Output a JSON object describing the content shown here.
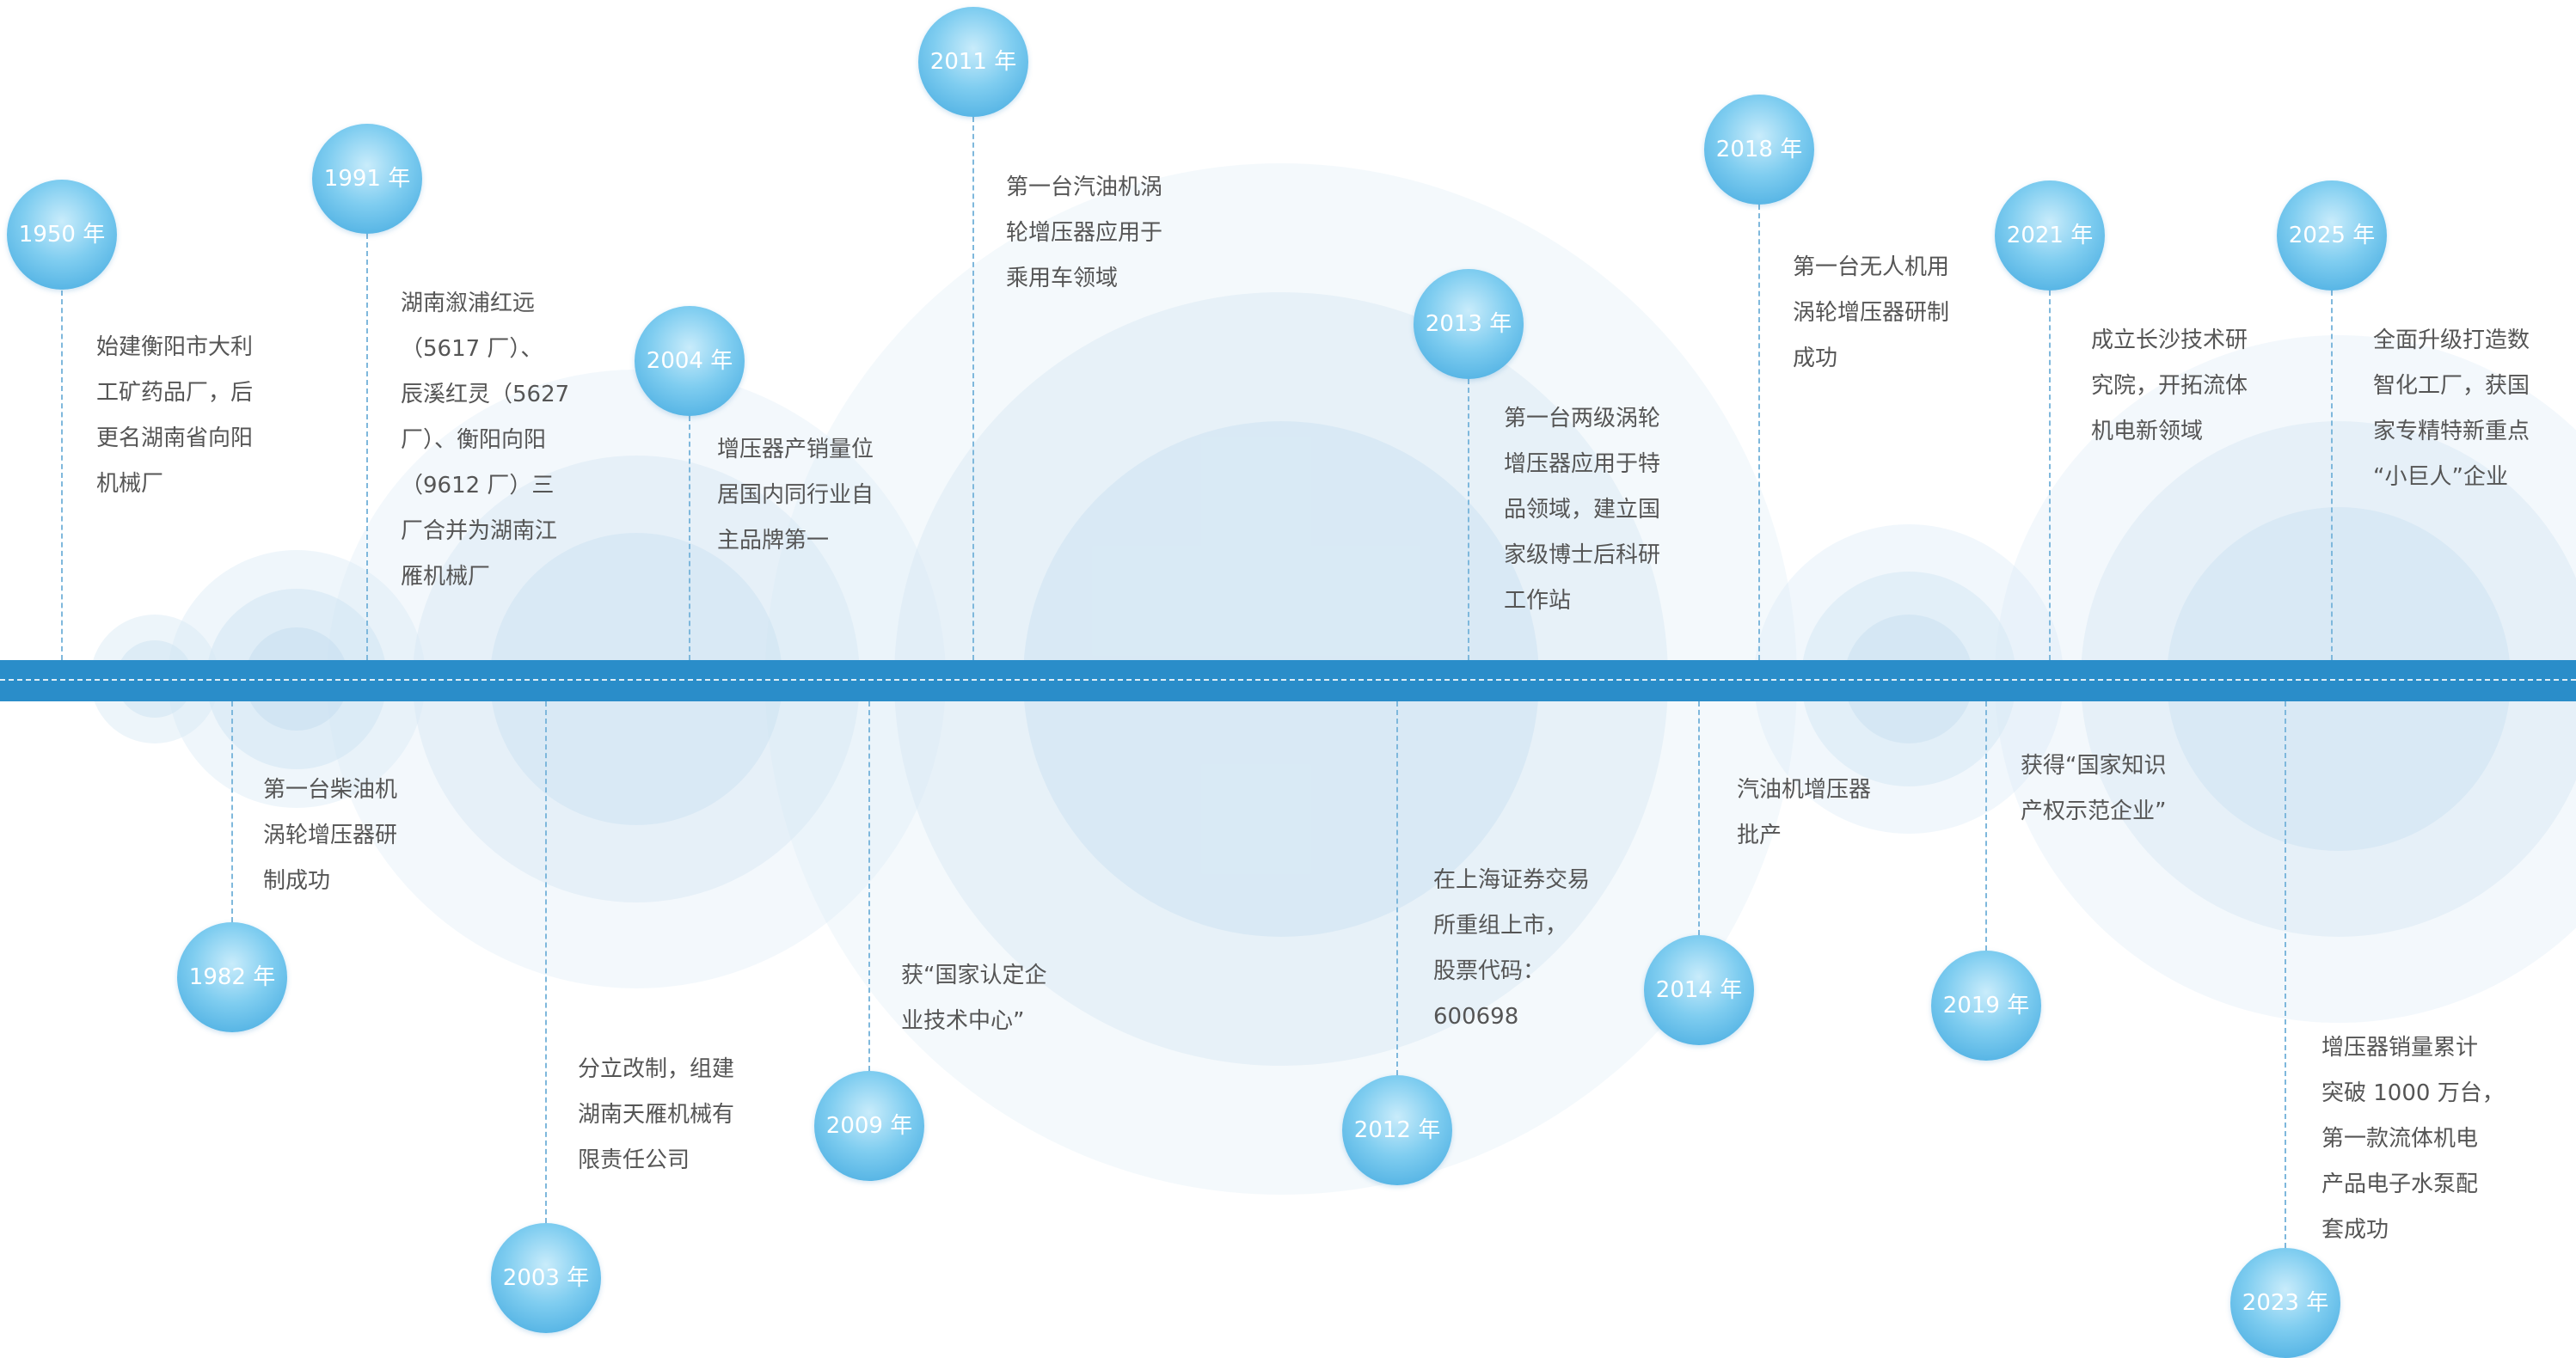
{
  "events": [
    {
      "year": "1950 年",
      "lines": [
        "始建衡阳市大利",
        "工矿药品厂，后",
        "更名湖南省向阳",
        "机械厂"
      ]
    },
    {
      "year": "1982 年",
      "lines": [
        "第一台柴油机",
        "涡轮增压器研",
        "制成功"
      ]
    },
    {
      "year": "1991 年",
      "lines": [
        "湖南溆浦红远",
        "（5617 厂）、",
        "辰溪红灵（5627",
        "厂）、衡阳向阳",
        "（9612 厂）三",
        "厂合并为湖南江",
        "雁机械厂"
      ]
    },
    {
      "year": "2003 年",
      "lines": [
        "分立改制，组建",
        "湖南天雁机械有",
        "限责任公司"
      ]
    },
    {
      "year": "2004 年",
      "lines": [
        "增压器产销量位",
        "居国内同行业自",
        "主品牌第一"
      ]
    },
    {
      "year": "2009 年",
      "lines": [
        "获“国家认定企",
        "业技术中心”"
      ]
    },
    {
      "year": "2011 年",
      "lines": [
        "第一台汽油机涡",
        "轮增压器应用于",
        "乘用车领域"
      ]
    },
    {
      "year": "2012 年",
      "lines": [
        "在上海证券交易",
        "所重组上市，",
        "股票代码：",
        "600698"
      ]
    },
    {
      "year": "2013 年",
      "lines": [
        "第一台两级涡轮",
        "增压器应用于特",
        "品领域，建立国",
        "家级博士后科研",
        "工作站"
      ]
    },
    {
      "year": "2014 年",
      "lines": [
        "汽油机增压器",
        "批产"
      ]
    },
    {
      "year": "2018 年",
      "lines": [
        "第一台无人机用",
        "涡轮增压器研制",
        "成功"
      ]
    },
    {
      "year": "2019 年",
      "lines": [
        "获得“国家知识",
        "产权示范企业”"
      ]
    },
    {
      "year": "2021 年",
      "lines": [
        "成立长沙技术研",
        "究院，开拓流体",
        "机电新领域"
      ]
    },
    {
      "year": "2023 年",
      "lines": [
        "增压器销量累计",
        "突破 1000 万台，",
        "第一款流体机电",
        "产品电子水泵配",
        "套成功"
      ]
    },
    {
      "year": "2025 年",
      "lines": [
        "全面升级打造数",
        "智化工厂，获国",
        "家专精特新重点",
        "“小巨人”企业"
      ]
    }
  ],
  "colors": {
    "timeline": "#2a8dc9",
    "bubble_light": "#c9ecfb",
    "bubble_dark": "#3ea6de",
    "text": "#555555",
    "connector": "#7fb8dc"
  }
}
